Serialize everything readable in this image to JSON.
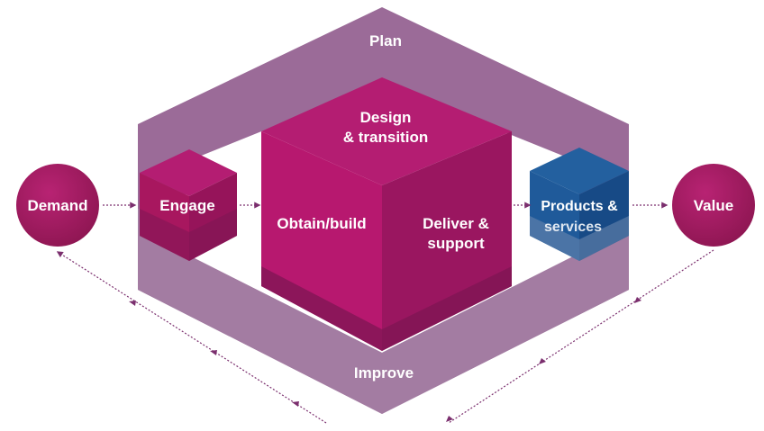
{
  "diagram": {
    "outer": {
      "top_label": "Plan",
      "bottom_label": "Improve"
    },
    "nodes": {
      "demand": "Demand",
      "engage": "Engage",
      "design_transition": [
        "Design",
        "& transition"
      ],
      "obtain_build": "Obtain/build",
      "deliver_support": [
        "Deliver &",
        "support"
      ],
      "products_services": [
        "Products &",
        "services"
      ],
      "value": "Value"
    },
    "colors": {
      "plan_band": "#9b6b98",
      "plan_band_light": "#a57fa3",
      "cube_top": "#b41d72",
      "cube_left": "#b7186f",
      "cube_right": "#9a1660",
      "cube_shadow": "#7d1553",
      "circle": "#a8195f",
      "products_cube": "#1f5a9a",
      "products_cube_dark": "#174a86",
      "arrow": "#7b2f6e"
    }
  }
}
